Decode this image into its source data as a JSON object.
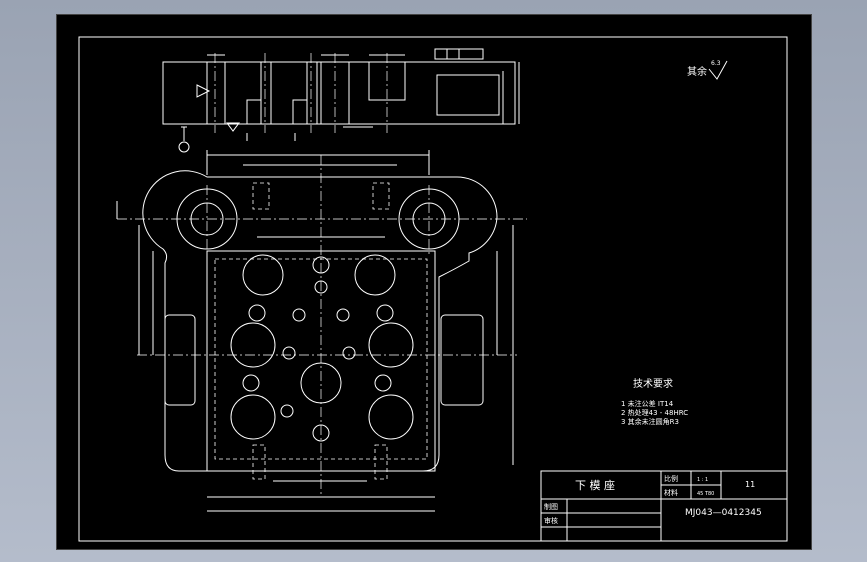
{
  "drawing": {
    "surface_roughness_note": "其余",
    "surface_roughness_value": "6.3",
    "tech_requirements": {
      "title": "技术要求",
      "items": [
        "1 未注公差 IT14",
        "2 热处理43 - 48HRC",
        "3 其余未注圆角R3"
      ]
    },
    "title_block": {
      "part_name": "下 模 座",
      "scale_label": "比例",
      "scale_value": "1 : 1",
      "material_label": "材料",
      "material_value": "45 T80",
      "sheet_value": "11",
      "drawn_label": "制图",
      "checked_label": "审核",
      "drawing_number": "MJ043—0412345"
    },
    "colors": {
      "background": "#000000",
      "lines": "#ffffff",
      "outer": "#a7afbf"
    }
  }
}
